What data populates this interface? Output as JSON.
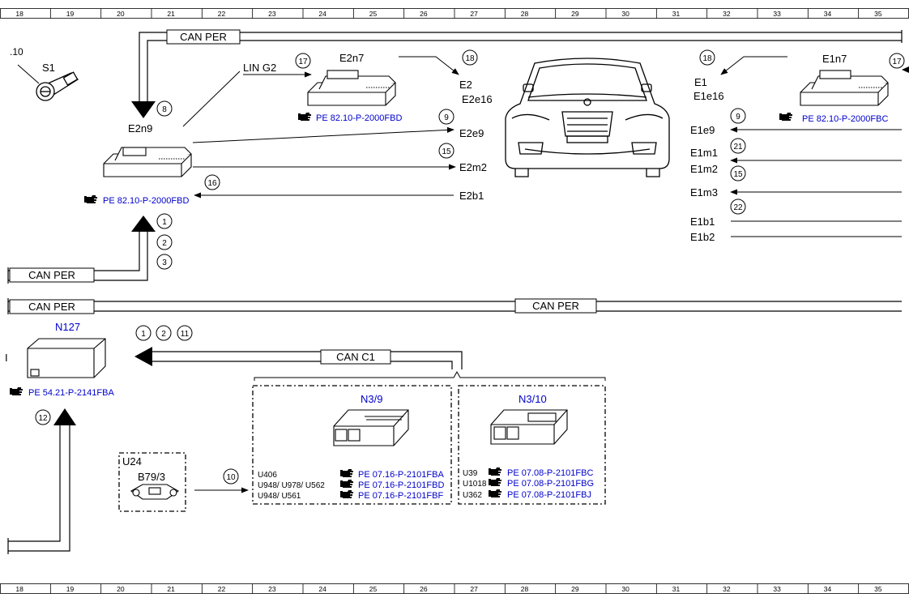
{
  "ruler": {
    "columns": [
      "18",
      "19",
      "20",
      "21",
      "22",
      "23",
      "24",
      "25",
      "26",
      "27",
      "28",
      "29",
      "30",
      "31",
      "32",
      "33",
      "34",
      "35"
    ]
  },
  "colors": {
    "line": "#000000",
    "link": "#0000cc",
    "background": "#ffffff"
  },
  "buses": {
    "can_per": "CAN PER",
    "lin_g2": "LIN G2",
    "can_c1": "CAN C1"
  },
  "components": {
    "s1": "S1",
    "s1_prefix": ".10",
    "e2n9": "E2n9",
    "e2n7": "E2n7",
    "e1n7": "E1n7",
    "n127": "N127",
    "n3_9": "N3/9",
    "n3_10": "N3/10",
    "u24": "U24",
    "b79_3": "B79/3",
    "left_stub": "I"
  },
  "references": {
    "e2n9": "PE 82.10-P-2000FBD",
    "e2n7": "PE 82.10-P-2000FBD",
    "e1n7": "PE 82.10-P-2000FBC",
    "n127": "PE 54.21-P-2141FBA",
    "n3_9": [
      {
        "code": "U406",
        "doc": "PE 07.16-P-2101FBA"
      },
      {
        "code": "U948/ U978/ U562",
        "doc": "PE 07.16-P-2101FBD"
      },
      {
        "code": "U948/ U561",
        "doc": "PE 07.16-P-2101FBF"
      }
    ],
    "n3_10": [
      {
        "code": "U39",
        "doc": "PE 07.08-P-2101FBC"
      },
      {
        "code": "U1018",
        "doc": "PE 07.08-P-2101FBG"
      },
      {
        "code": "U362",
        "doc": "PE 07.08-P-2101FBJ"
      }
    ]
  },
  "signals": {
    "e2": "E2",
    "e2e16": "E2e16",
    "e2e9": "E2e9",
    "e2m2": "E2m2",
    "e2b1": "E2b1",
    "e1": "E1",
    "e1e16": "E1e16",
    "e1e9": "E1e9",
    "e1m1": "E1m1",
    "e1m2": "E1m2",
    "e1m3": "E1m3",
    "e1b1": "E1b1",
    "e1b2": "E1b2"
  },
  "markers": {
    "m8": "8",
    "m17a": "17",
    "m18a": "18",
    "m9a": "9",
    "m15a": "15",
    "m16": "16",
    "m1a": "1",
    "m2a": "2",
    "m3": "3",
    "m18b": "18",
    "m17b": "17",
    "m9b": "9",
    "m21": "21",
    "m15b": "15",
    "m22": "22",
    "m1b": "1",
    "m2b": "2",
    "m11": "11",
    "m12": "12",
    "m10": "10"
  },
  "icons": {
    "reference": "pointing-hand-icon",
    "vehicle": "car-front-icon",
    "control_unit": "control-unit-icon",
    "ignition": "ignition-lock-icon",
    "sensor": "sensor-icon"
  }
}
